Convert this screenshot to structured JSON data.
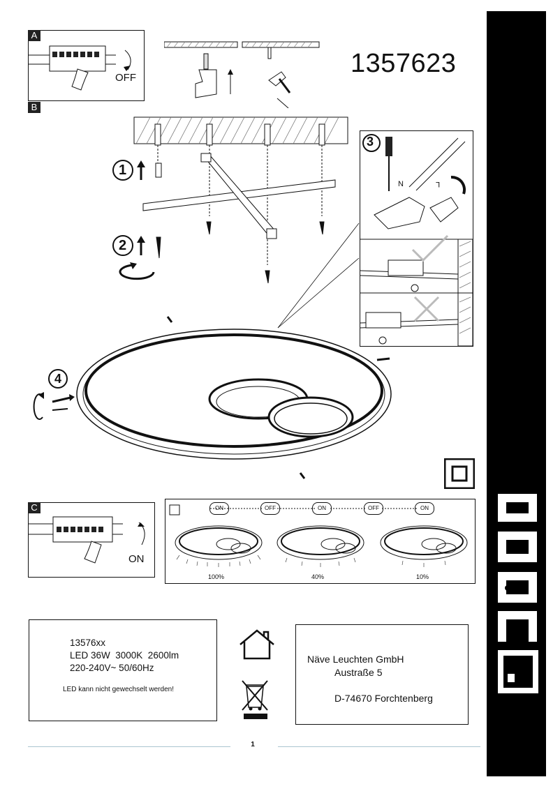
{
  "document": {
    "model_number": "1357623",
    "page_number": "1",
    "step_labels": {
      "a": "A",
      "b": "B",
      "c": "C"
    },
    "switch_off_label": "OFF",
    "switch_on_label": "ON",
    "step_numbers": [
      "1",
      "2",
      "3",
      "4"
    ],
    "wire_labels": {
      "n": "N",
      "l": "L"
    },
    "dimmer": {
      "sequence": [
        "ON",
        "OFF",
        "ON",
        "OFF",
        "ON"
      ],
      "levels": [
        "100%",
        "40%",
        "10%"
      ]
    },
    "spec": {
      "line1": "13576xx",
      "line2": "LED 36W  3000K  2600lm",
      "line3": "220-240V~ 50/60Hz",
      "note": "LED kann nicht gewechselt werden!"
    },
    "manufacturer": {
      "name": "Näve Leuchten GmbH",
      "street": "Austraße 5",
      "city": "D-74670 Forchtenberg"
    },
    "colors": {
      "sidebar": "#000000",
      "line": "#111111",
      "footer_rule": "#aac4cf"
    },
    "icons": [
      "house-icon",
      "weee-bin-icon",
      "class-2-insulation-icon",
      "screwdriver-icon",
      "hammer-icon",
      "rotate-icon",
      "check-icon",
      "cross-icon",
      "naeve-logo"
    ]
  }
}
